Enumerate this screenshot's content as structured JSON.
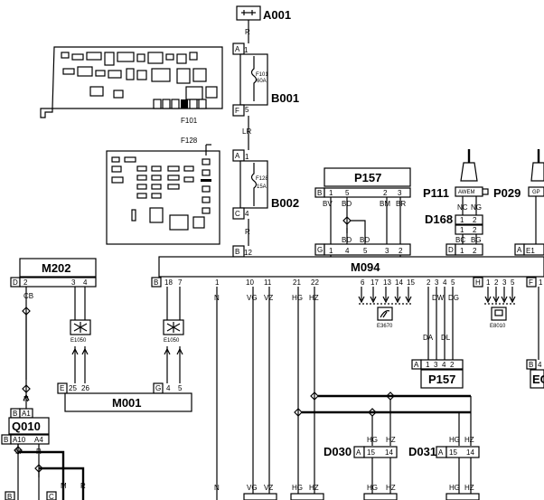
{
  "components": {
    "a001": "A001",
    "b001": "B001",
    "b002": "B002",
    "f101": "F101",
    "f101_rating": "60A",
    "f128": "F128",
    "f128_rating": "15A",
    "p157_top": "P157",
    "p157_bottom": "P157",
    "p111": "P111",
    "p029": "P029",
    "p029_box": "GP",
    "d168": "D168",
    "m202": "M202",
    "m094": "M094",
    "m001": "M001",
    "q010": "Q010",
    "d030": "D030",
    "d031": "D031",
    "e1050_left": "E1050",
    "e1050_right": "E1050",
    "e3670": "E3670",
    "e8010": "E8010",
    "right_cut": "EC",
    "p111_box": "AWEM"
  },
  "connectors": {
    "A": "A",
    "B": "B",
    "C": "C",
    "D": "D",
    "E": "E",
    "F": "F",
    "G": "G",
    "H": "H",
    "A1": "A1",
    "E1": "E1",
    "A10": "A10",
    "A4": "A4",
    "B4": "4"
  },
  "pins": {
    "p1": "1",
    "p2": "2",
    "p3": "3",
    "p4": "4",
    "p5": "5",
    "p6": "6",
    "p7": "7",
    "p10": "10",
    "p11": "11",
    "p12": "12",
    "p13": "13",
    "p14": "14",
    "p15": "15",
    "p17": "17",
    "p18": "18",
    "p21": "21",
    "p22": "22",
    "p25": "25",
    "p26": "26"
  },
  "wires": {
    "R": "R",
    "LR": "LR",
    "BV": "BV",
    "BD": "BD",
    "BM": "BM",
    "BR": "BR",
    "NC": "NC",
    "NG": "NG",
    "BC": "BC",
    "BG": "BG",
    "CB": "CB",
    "N": "N",
    "M": "M",
    "VG": "VG",
    "VZ": "VZ",
    "HG": "HG",
    "HZ": "HZ",
    "DA": "DA",
    "DW": "DW",
    "DG": "DG",
    "DL": "DL"
  }
}
